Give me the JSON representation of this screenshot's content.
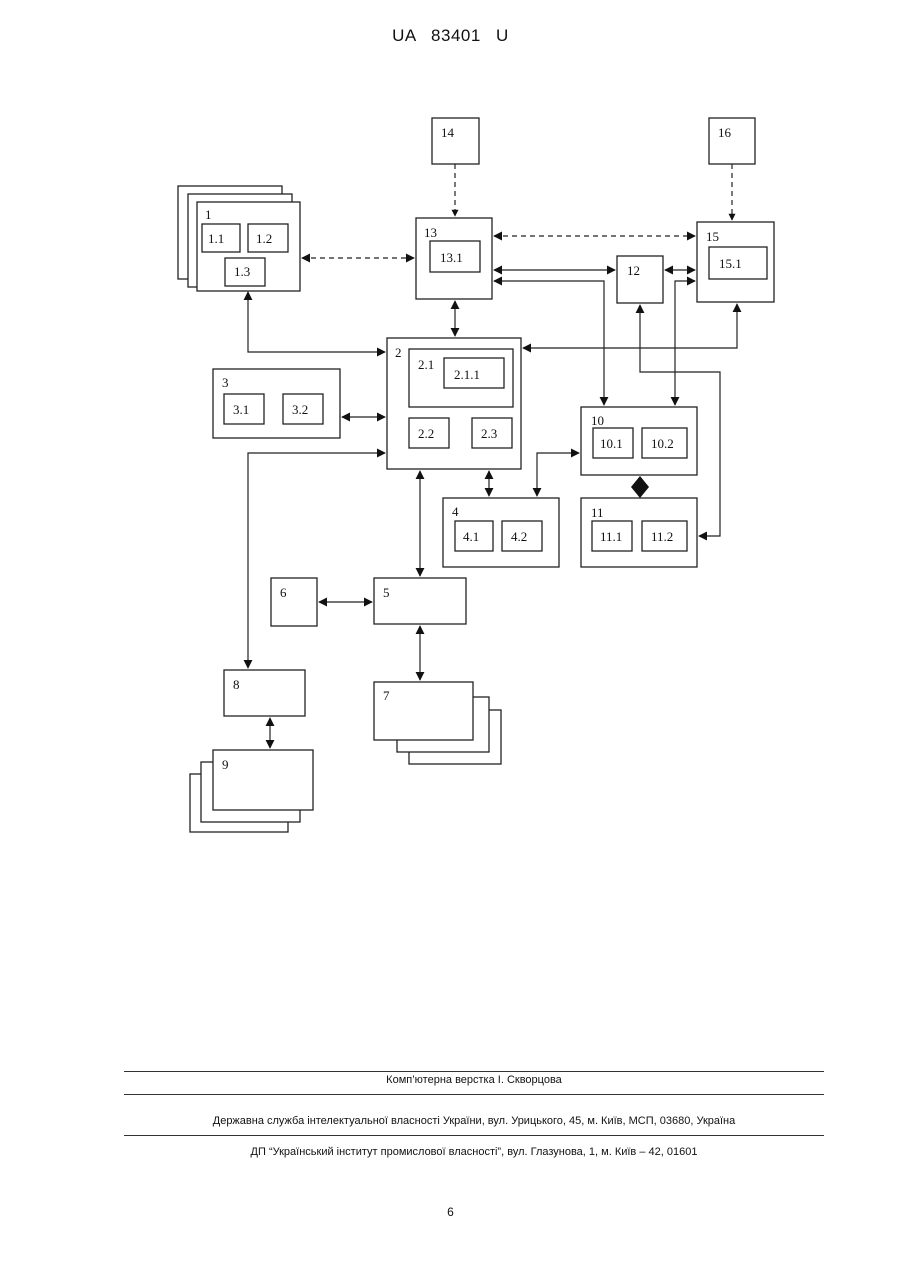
{
  "header": {
    "doc_number": "UA   83401   U"
  },
  "blocks": {
    "b1": "1",
    "b1_1": "1.1",
    "b1_2": "1.2",
    "b1_3": "1.3",
    "b2": "2",
    "b2_1": "2.1",
    "b2_1_1": "2.1.1",
    "b2_2": "2.2",
    "b2_3": "2.3",
    "b3": "3",
    "b3_1": "3.1",
    "b3_2": "3.2",
    "b4": "4",
    "b4_1": "4.1",
    "b4_2": "4.2",
    "b5": "5",
    "b6": "6",
    "b7": "7",
    "b8": "8",
    "b9": "9",
    "b10": "10",
    "b10_1": "10.1",
    "b10_2": "10.2",
    "b11": "11",
    "b11_1": "11.1",
    "b11_2": "11.2",
    "b12": "12",
    "b13": "13",
    "b13_1": "13.1",
    "b14": "14",
    "b15": "15",
    "b15_1": "15.1",
    "b16": "16"
  },
  "footer": {
    "typesetting": "Комп’ютерна верстка І. Скворцова",
    "agency": "Державна служба інтелектуальної власності України, вул. Урицького, 45, м. Київ, МСП, 03680, Україна",
    "institute": "ДП “Український інститут промислової власності”, вул. Глазунова, 1, м. Київ – 42, 01601",
    "page_number": "6"
  }
}
